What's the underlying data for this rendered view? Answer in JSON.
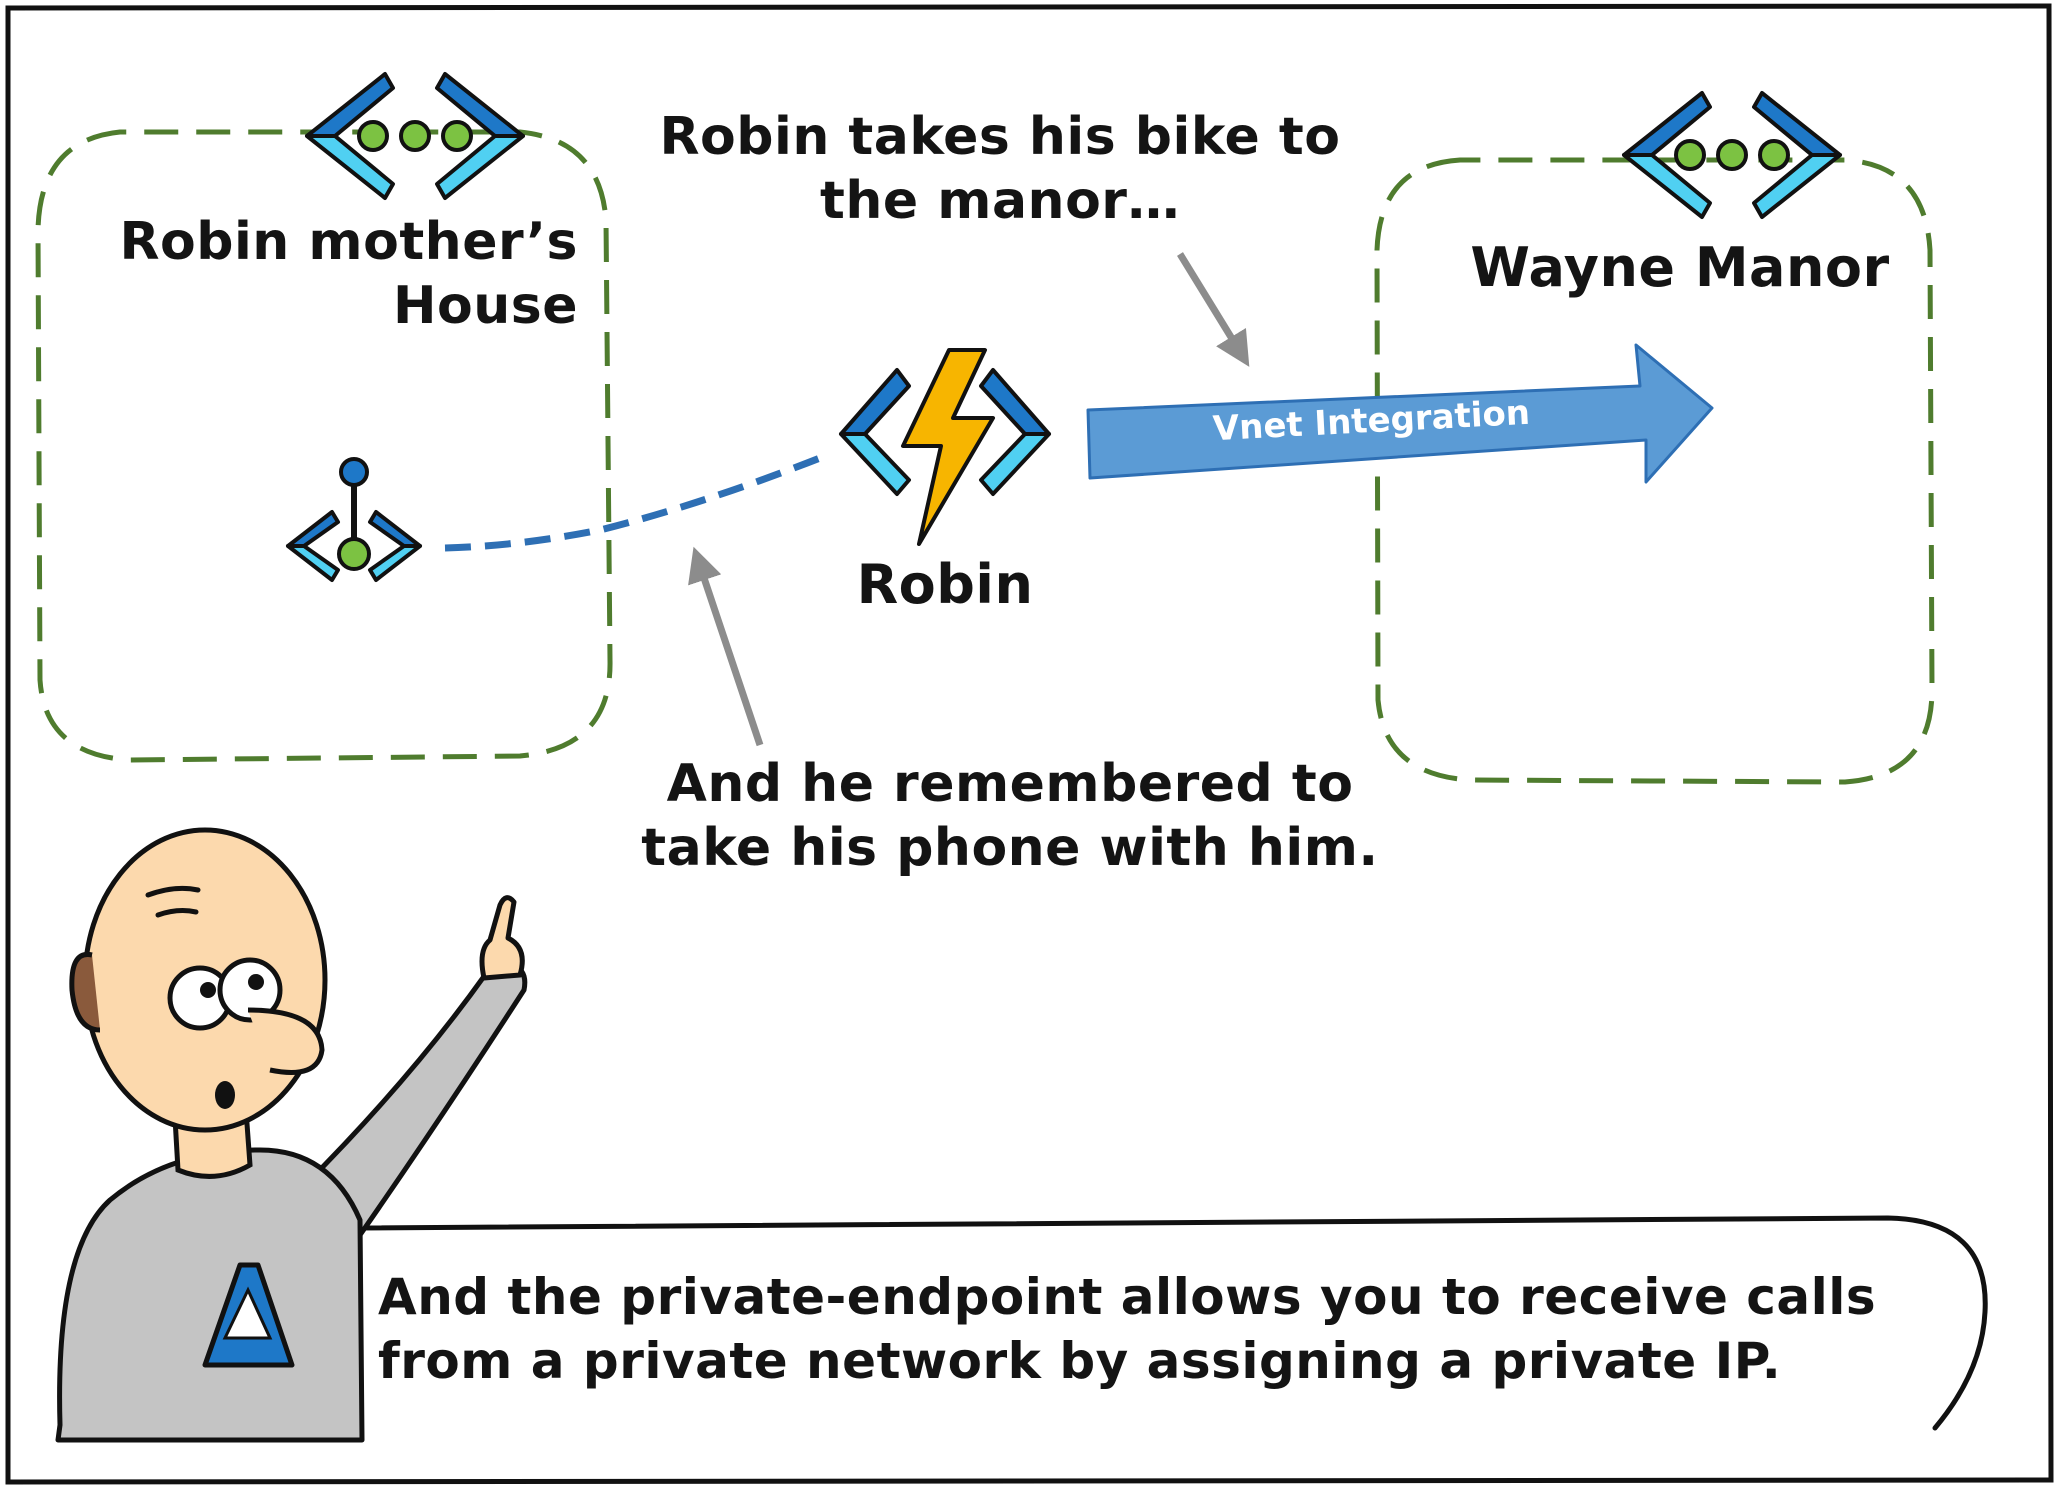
{
  "vnets": {
    "left": {
      "title_lines": [
        "Robin mother’s",
        "House"
      ]
    },
    "right": {
      "title": "Wayne Manor"
    }
  },
  "app": {
    "label": "Robin"
  },
  "arrow_main": {
    "label": "Vnet Integration"
  },
  "annotations": {
    "bike": [
      "Robin takes his bike to",
      "the manor…"
    ],
    "phone": [
      "And he remembered to",
      "take his phone with him."
    ]
  },
  "speech": {
    "lines": [
      "And the private-endpoint allows you to receive calls",
      "from a private network by assigning a private IP."
    ]
  },
  "colors": {
    "vnet_border": "#4f7c2e",
    "icon_blue": "#1e78c8",
    "icon_cyan": "#50d0f2",
    "icon_green": "#7cc242",
    "arrow_fill": "#5b9bd5",
    "link_dash": "#2e6fb4",
    "callout_gray": "#8c8c8c",
    "bolt": "#f7b500"
  }
}
